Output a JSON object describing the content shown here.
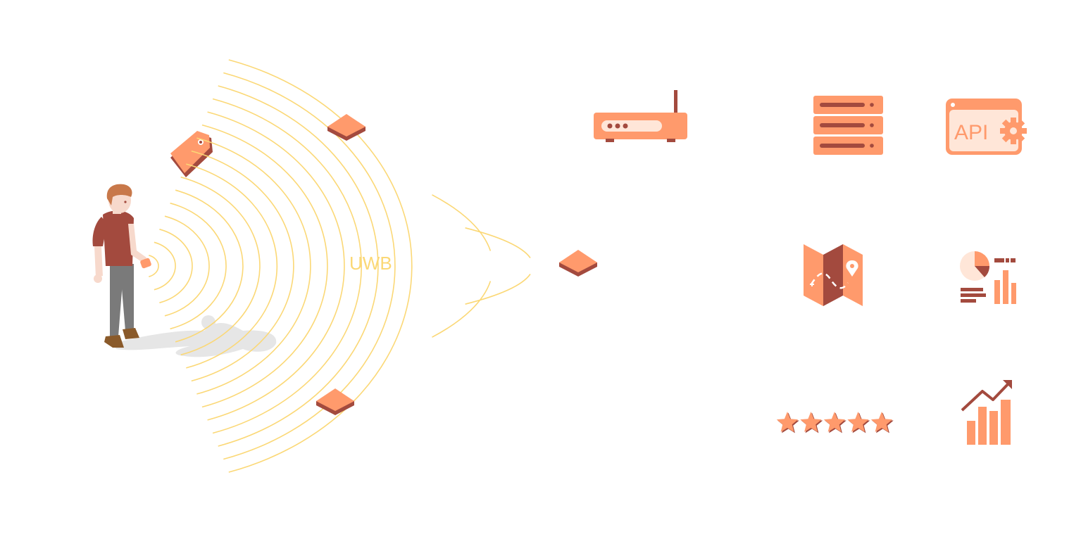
{
  "diagram": {
    "signal_label": "UWB"
  },
  "colors": {
    "accent": "#ff9a6c",
    "accent_dark": "#a34a3e",
    "signal": "#fbd876",
    "shadow": "#e6e6e6",
    "skin": "#f7d9cc",
    "hair": "#c8784a",
    "shirt": "#a34a3e",
    "pants": "#7a7a7a",
    "shoes": "#8a5a2a",
    "panel_light": "#ffe6d8"
  },
  "icons": [
    "person-figure",
    "tag-icon",
    "anchor-top",
    "anchor-middle",
    "anchor-bottom",
    "gateway-router-icon",
    "server-icon",
    "api-gear-icon",
    "map-location-icon",
    "analytics-dashboard-icon",
    "five-star-rating-icon",
    "growth-chart-icon"
  ]
}
